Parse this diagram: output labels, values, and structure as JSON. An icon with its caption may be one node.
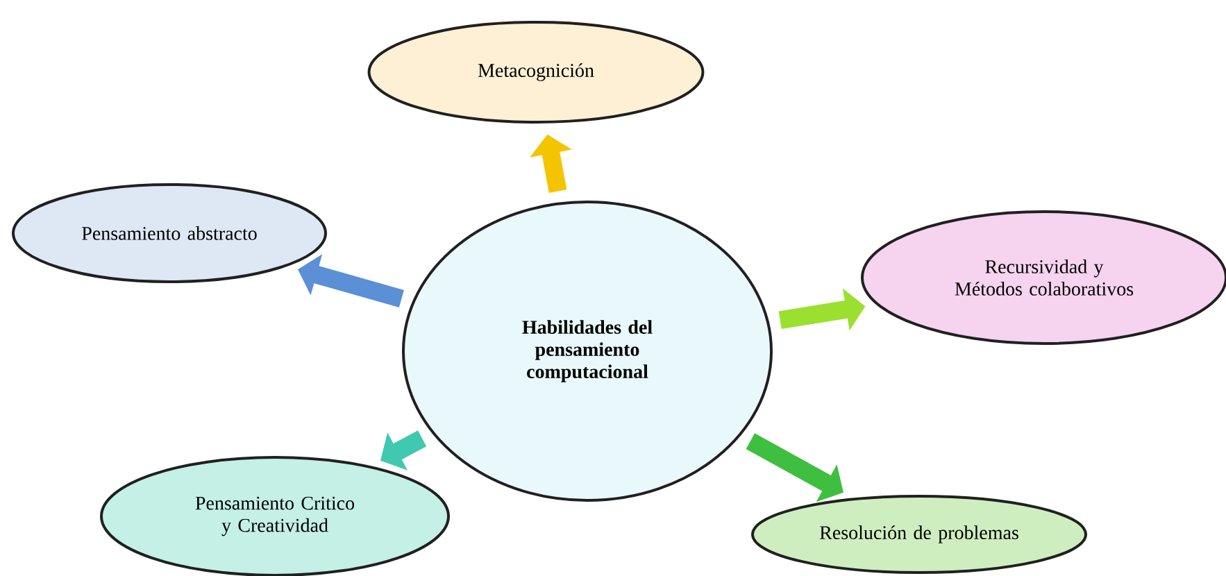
{
  "diagram": {
    "nodes": [
      {
        "text": [
          "Habilidades del pensamiento computacional"
        ]
      },
      {
        "text": [
          "Metacognición"
        ]
      },
      {
        "text": [
          "Pensamiento abstracto"
        ]
      },
      {
        "text": [
          "Recursividad y Métodos colaborativos"
        ]
      },
      {
        "text": [
          "Pensamiento Critico y Creatividad"
        ]
      },
      {
        "text": [
          "Resolución de problemas"
        ]
      }
    ],
    "edges": [
      {
        "from": 0,
        "to": 1,
        "arrow": "to",
        "color": "#f5c400"
      },
      {
        "from": 0,
        "to": 2,
        "arrow": "to",
        "color": "#5b8fd6"
      },
      {
        "from": 0,
        "to": 3,
        "arrow": "to",
        "color": "#9be030"
      },
      {
        "from": 0,
        "to": 4,
        "arrow": "to",
        "color": "#40c9b0"
      },
      {
        "from": 0,
        "to": 5,
        "arrow": "to",
        "color": "#3fbf3f"
      }
    ]
  }
}
